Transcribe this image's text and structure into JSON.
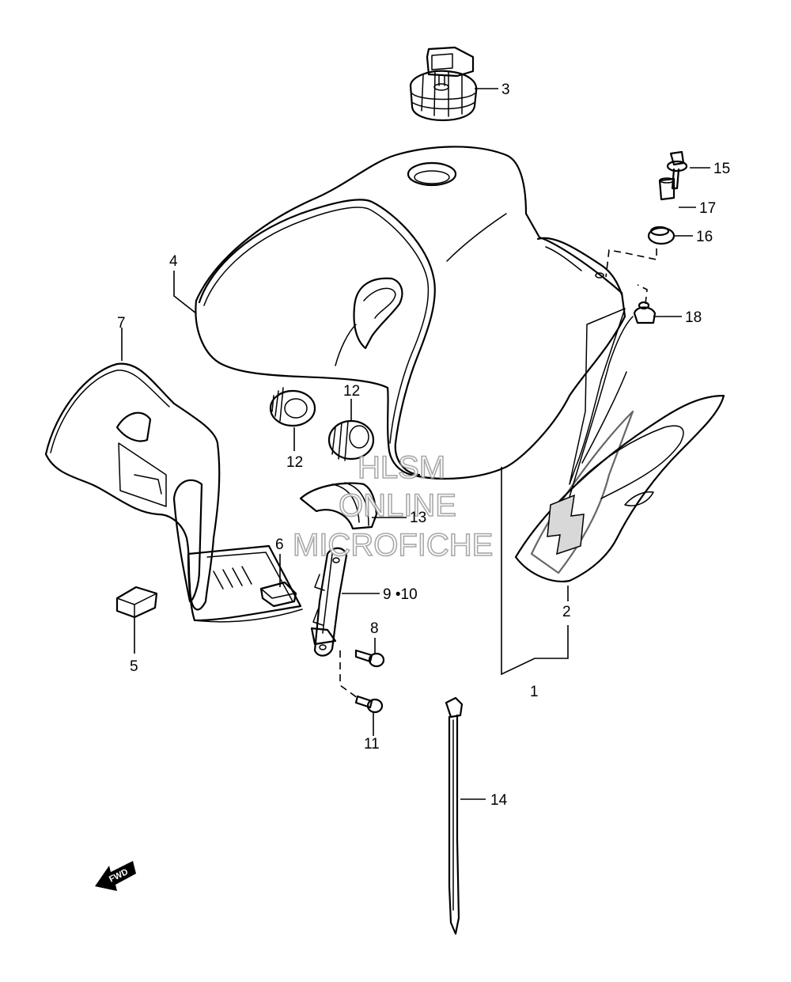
{
  "diagram": {
    "callouts": {
      "c1": "1",
      "c2": "2",
      "c3": "3",
      "c4": "4",
      "c5": "5",
      "c6": "6",
      "c7": "7",
      "c8": "8",
      "c9_10": "9 •10",
      "c11": "11",
      "c12a": "12",
      "c12b": "12",
      "c13": "13",
      "c14": "14",
      "c15": "15",
      "c16": "16",
      "c17": "17",
      "c18": "18"
    },
    "watermark": {
      "line1": "HLSM",
      "line2": "ONLINE",
      "line3": "MICROFICHE"
    },
    "fwd_label": "FWD"
  }
}
